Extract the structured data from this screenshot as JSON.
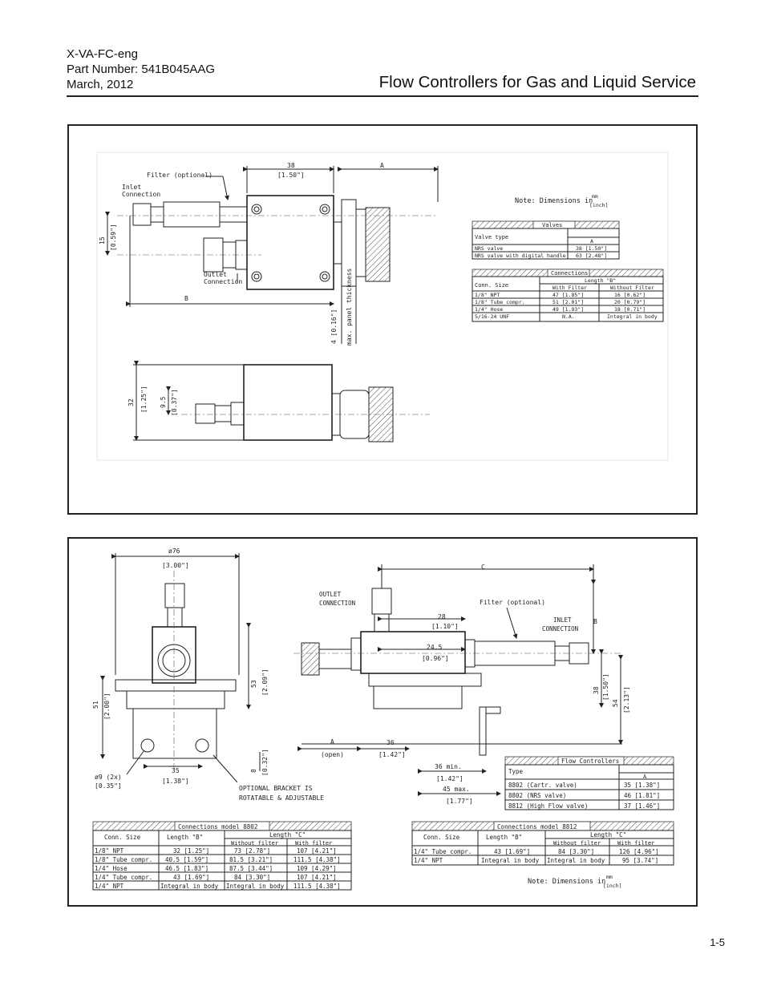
{
  "header": {
    "doc_id": "X-VA-FC-eng",
    "part_number": "Part Number: 541B045AAG",
    "date": "March, 2012",
    "title": "Flow Controllers for Gas and Liquid Service"
  },
  "page_number": "1-5",
  "drawing1": {
    "dims": {
      "d38": "38",
      "d38in": "[1.50\"]",
      "dA": "A",
      "d15": "15",
      "d15in": "[0.59\"]",
      "dB": "B",
      "d4": "4 [0.16\"]",
      "panel": "max. panel thickness",
      "d32": "32",
      "d32in": "[1.25\"]",
      "d95": "9.5",
      "d95in": "[0.37\"]"
    },
    "labels": {
      "filter": "Filter (optional)",
      "inlet1": "Inlet",
      "inlet2": "Connection",
      "outlet1": "Outlet",
      "outlet2": "Connection"
    },
    "note": {
      "text": "Note: Dimensions in",
      "unit_top": "mm",
      "unit_bottom": "[inch]"
    },
    "valves_table": {
      "title": "Valves",
      "col_label": "Valve type",
      "col_a": "A",
      "rows": [
        [
          "NRS valve",
          "38 [1.50\"]"
        ],
        [
          "NRS valve with digital handle",
          "63 [2.48\"]"
        ]
      ]
    },
    "connections_table": {
      "title": "Connections",
      "col1": "Conn. Size",
      "group": "Length \"B\"",
      "sub1": "With Filter",
      "sub2": "Without Filter",
      "rows": [
        [
          "1/8\" NPT",
          "47 [1.85\"]",
          "16 [0.62\"]"
        ],
        [
          "1/8\" Tube compr.",
          "51 [2.01\"]",
          "20 [0.79\"]"
        ],
        [
          "1/4\" Hose",
          "49 [1.93\"]",
          "18 [0.71\"]"
        ],
        [
          "5/16-24 UNF",
          "N.A.",
          "Integral in body"
        ]
      ]
    }
  },
  "drawing2": {
    "dims": {
      "d76": "ø76",
      "d76in": "[3.00\"]",
      "d51": "51",
      "d51in": "[2.00\"]",
      "d53": "53",
      "d53in": "[2.09\"]",
      "d8": "8",
      "d8in": "[0.32\"]",
      "d35": "35",
      "d35in": "[1.38\"]",
      "d9": "ø9 (2x)",
      "d9in": "[0.35\"]",
      "dC": "C",
      "dB": "B",
      "d28": "28",
      "d28in": "[1.10\"]",
      "d245": "24.5",
      "d245in": "[0.96\"]",
      "d38": "38",
      "d38in": "[1.50\"]",
      "d54": "54",
      "d54in": "[2.13\"]",
      "dA": "A",
      "open": "(open)",
      "d36": "36",
      "d36in": "[1.42\"]",
      "d36min": "36 min.",
      "d36minin": "[1.42\"]",
      "d45": "45 max.",
      "d45in": "[1.77\"]"
    },
    "labels": {
      "outlet1": "OUTLET",
      "outlet2": "CONNECTION",
      "inlet1": "INLET",
      "inlet2": "CONNECTION",
      "filter": "Filter (optional)",
      "bracket1": "OPTIONAL BRACKET IS",
      "bracket2": "ROTATABLE & ADJUSTABLE"
    },
    "fc_table": {
      "title": "Flow Controllers",
      "col_label": "Type",
      "col_a": "A",
      "rows": [
        [
          "8802 (Cartr. valve)",
          "35 [1.38\"]"
        ],
        [
          "8802 (NRS valve)",
          "46 [1.81\"]"
        ],
        [
          "8812 (High Flow valve)",
          "37 [1.46\"]"
        ]
      ]
    },
    "t8802": {
      "title": "Connections model 8802",
      "col1": "Conn. Size",
      "colB": "Length \"B\"",
      "colC": "Length \"C\"",
      "subC1": "Without filter",
      "subC2": "With filter",
      "rows": [
        [
          "1/8\" NPT",
          "32 [1.25\"]",
          "73 [2.78\"]",
          "107 [4.21\"]"
        ],
        [
          "1/8\" Tube compr.",
          "40.5 [1.59\"]",
          "81.5 [3.21\"]",
          "111.5 [4.38\"]"
        ],
        [
          "1/4\" Hose",
          "46.5 [1.83\"]",
          "87.5 [3.44\"]",
          "109 [4.29\"]"
        ],
        [
          "1/4\" Tube compr.",
          "43 [1.69\"]",
          "84 [3.30\"]",
          "107 [4.21\"]"
        ],
        [
          "1/4\" NPT",
          "Integral in body",
          "Integral in body",
          "111.5 [4.38\"]"
        ]
      ]
    },
    "t8812": {
      "title": "Connections model 8812",
      "col1": "Conn. Size",
      "colB": "Length \"B\"",
      "colC": "Length \"C\"",
      "subC1": "Without filter",
      "subC2": "With filter",
      "rows": [
        [
          "1/4\" Tube compr.",
          "43 [1.69\"]",
          "84 [3.30\"]",
          "126 [4.96\"]"
        ],
        [
          "1/4\" NPT",
          "Integral in body",
          "Integral in body",
          "95 [3.74\"]"
        ]
      ]
    },
    "note": {
      "text": "Note: Dimensions in",
      "unit_top": "mm",
      "unit_bottom": "[inch]"
    }
  }
}
